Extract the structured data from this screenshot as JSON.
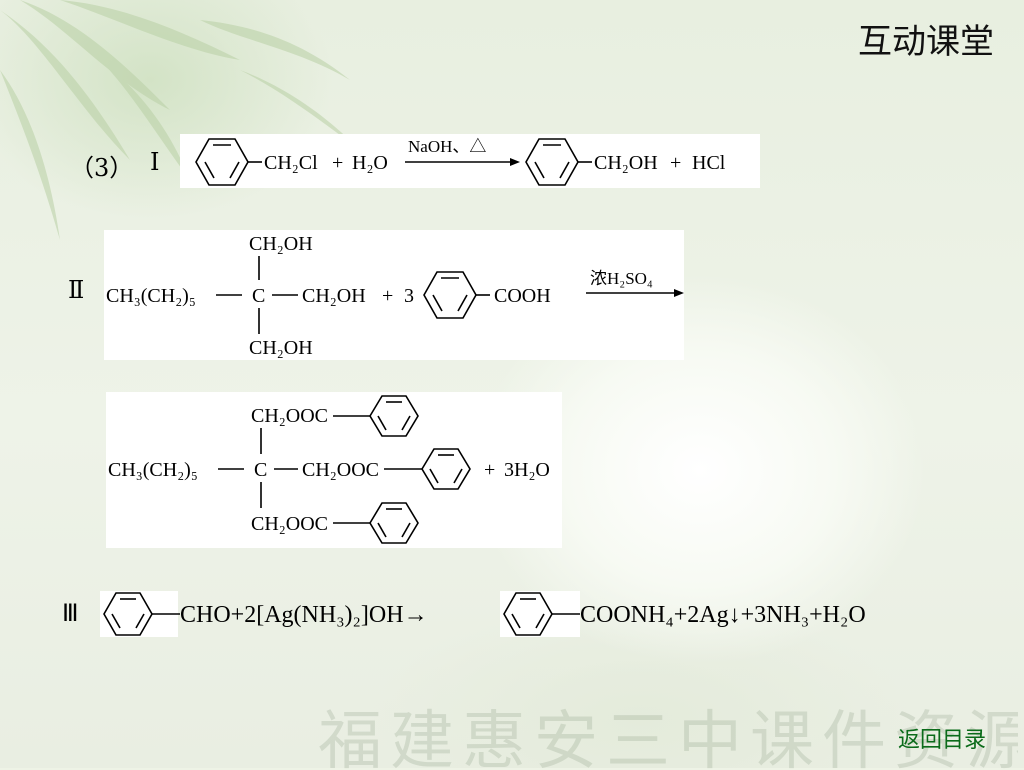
{
  "header": {
    "title": "互动课堂"
  },
  "footer": {
    "back_label": "返回目录",
    "watermark": "福建惠安三中课件资源"
  },
  "section_label": "（3）",
  "reactions": {
    "r1": {
      "roman": "Ⅰ",
      "reactant_group": "CH₂Cl",
      "plus": "+",
      "water": "H₂O",
      "condition": "NaOH、△",
      "product_group": "CH₂OH",
      "byproduct": "HCl"
    },
    "r2": {
      "roman": "Ⅱ",
      "chain": "CH₃(CH₂)₅",
      "center": "C",
      "ch2oh": "CH₂OH",
      "coefficient": "3",
      "acid_group": "COOH",
      "condition": "浓H₂SO₄",
      "product_ester": "CH₂OOC",
      "water_product": "3H₂O"
    },
    "r3": {
      "roman": "Ⅲ",
      "reactant_tail": "CHO+2[Ag(NH₃)₂]OH→",
      "product_tail": "COONH₄+2Ag↓+3NH₃+H₂O"
    }
  }
}
